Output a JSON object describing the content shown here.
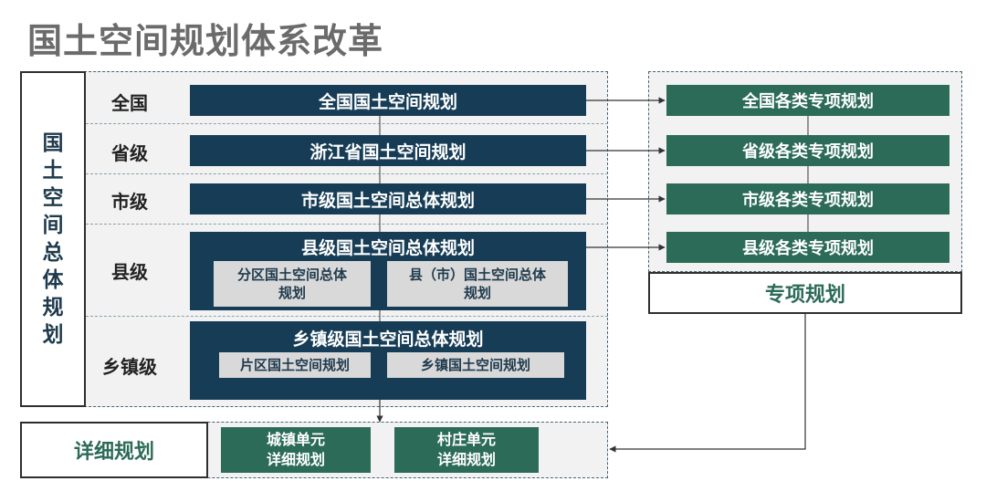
{
  "title": "国土空间规划体系改革",
  "overall": {
    "side_label": [
      "国",
      "土",
      "空",
      "间",
      "总",
      "体",
      "规",
      "划"
    ],
    "levels": [
      "全国",
      "省级",
      "市级",
      "县级",
      "乡镇级"
    ],
    "national": "全国国土空间规划",
    "province": "浙江省国土空间规划",
    "city": "市级国土空间总体规划",
    "county": {
      "title": "县级国土空间总体规划",
      "subs": [
        [
          "分区国土空间总体",
          "规划"
        ],
        [
          "县（市）国土空间总体",
          "规划"
        ]
      ]
    },
    "town": {
      "title": "乡镇级国土空间总体规划",
      "subs": [
        "片区国土空间规划",
        "乡镇国土空间规划"
      ]
    }
  },
  "special": {
    "items": [
      "全国各类专项规划",
      "省级各类专项规划",
      "市级各类专项规划",
      "县级各类专项规划"
    ],
    "label": "专项规划"
  },
  "detail": {
    "label": "详细规划",
    "subs": [
      [
        "城镇单元",
        "详细规划"
      ],
      [
        "村庄单元",
        "详细规划"
      ]
    ]
  }
}
